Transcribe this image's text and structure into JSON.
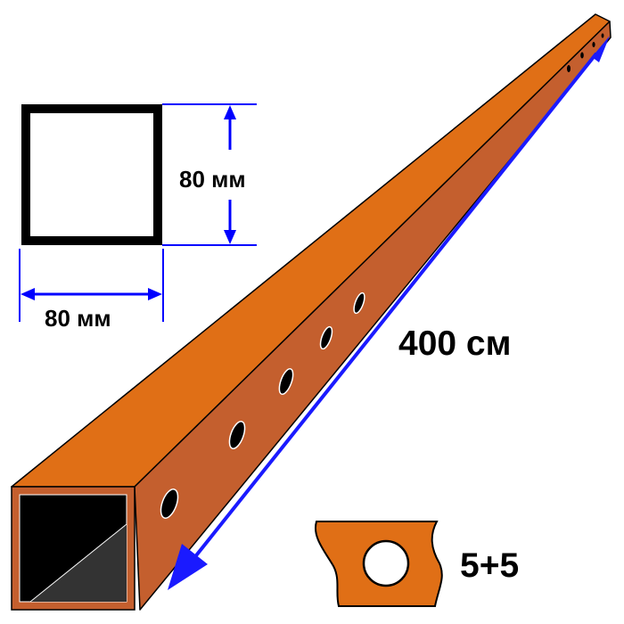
{
  "cross_section": {
    "height_label": "80 мм",
    "width_label": "80 мм"
  },
  "beam": {
    "length_label": "400 см",
    "holes_label": "5+5"
  },
  "colors": {
    "beam_top": "#e06f16",
    "beam_side": "#c45f2e",
    "dimension_line": "#0000ff",
    "arrow_line": "#1a1aff",
    "outline": "#000000"
  },
  "icons": {
    "profile": "square-tube-profile",
    "hole_plate": "hole-plate-icon"
  }
}
